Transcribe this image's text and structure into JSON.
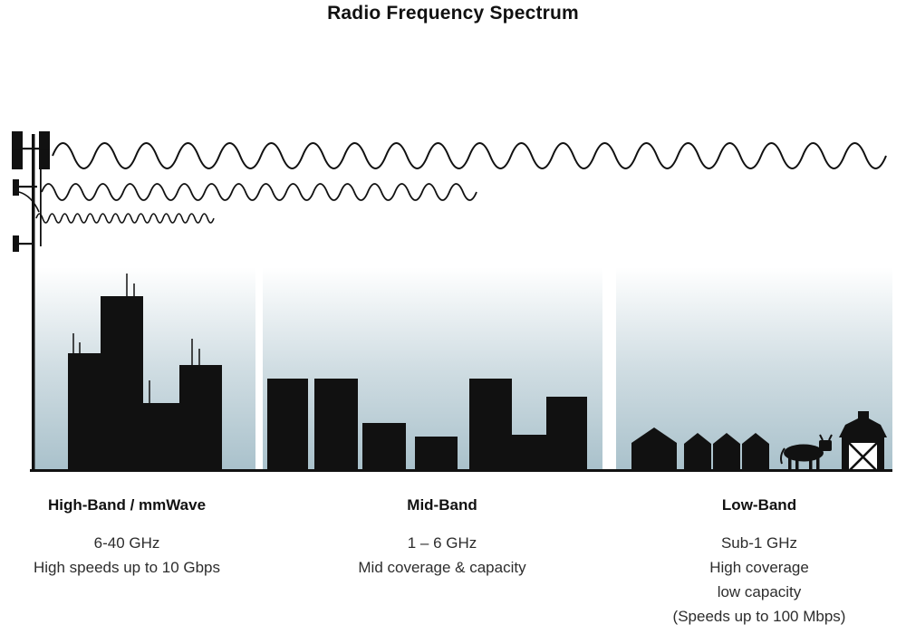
{
  "title": "Radio Frequency Spectrum",
  "bands": [
    {
      "name": "High-Band / mmWave",
      "freq": "6-40 GHz",
      "lines": [
        "High speeds up to 10 Gbps"
      ]
    },
    {
      "name": "Mid-Band",
      "freq": "1 – 6 GHz",
      "lines": [
        "Mid coverage & capacity"
      ]
    },
    {
      "name": "Low-Band",
      "freq": "Sub-1 GHz",
      "lines": [
        "High coverage",
        "low capacity",
        "(Speeds up to 100 Mbps)"
      ]
    }
  ],
  "colors": {
    "ink": "#111111",
    "sky": "#a9c1cb"
  }
}
